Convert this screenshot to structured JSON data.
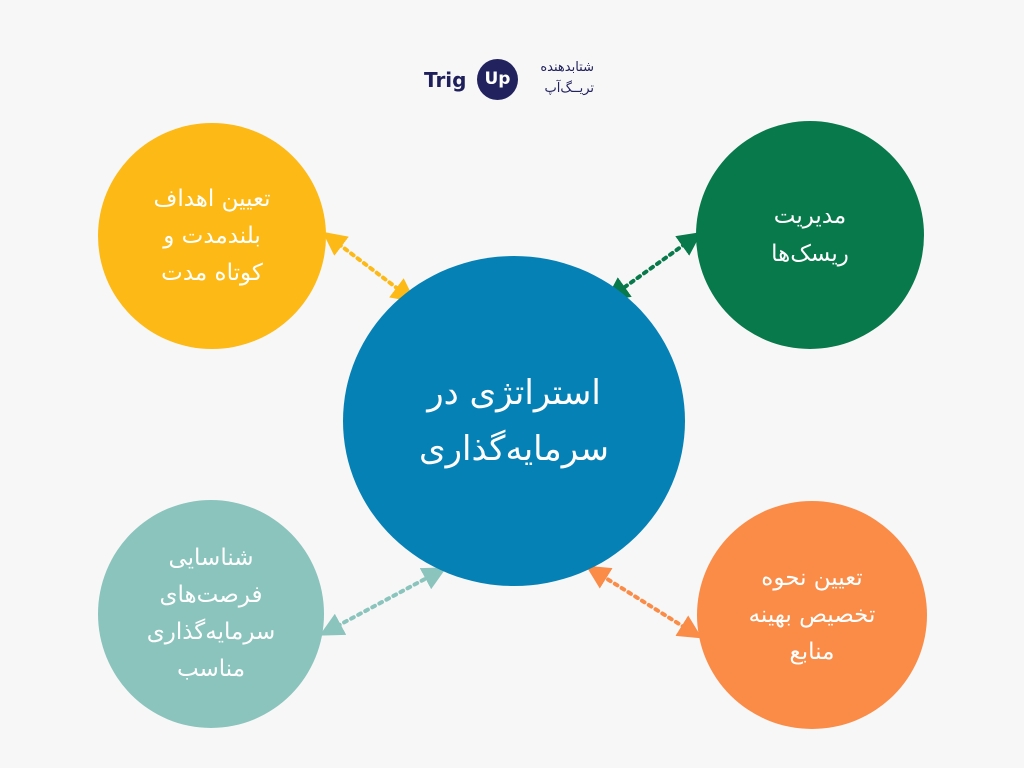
{
  "logo": {
    "trig": "Trig",
    "up": "Up",
    "line1": "شتابدهنده",
    "line2": "تریــگ‌آپ"
  },
  "diagram": {
    "center": {
      "label": "استراتژی در\nسرمایه‌گذاری",
      "color": "#0581b6"
    },
    "top_left": {
      "label": "تعیین اهداف\nبلندمدت و\nکوتاه مدت",
      "color": "#fdb915",
      "connector_color": "#fdb915"
    },
    "top_right": {
      "label": "مدیریت\nریسک‌ها",
      "color": "#07794a",
      "connector_color": "#07794a"
    },
    "bottom_left": {
      "label": "شناسایی\nفرصت‌های\nسرمایه‌گذاری\nمناسب",
      "color": "#8ac4bd",
      "connector_color": "#8ac4bd"
    },
    "bottom_right": {
      "label": "تعیین نحوه\nتخصیص بهینه\nمنابع",
      "color": "#fa8c47",
      "connector_color": "#fa8c47"
    }
  }
}
